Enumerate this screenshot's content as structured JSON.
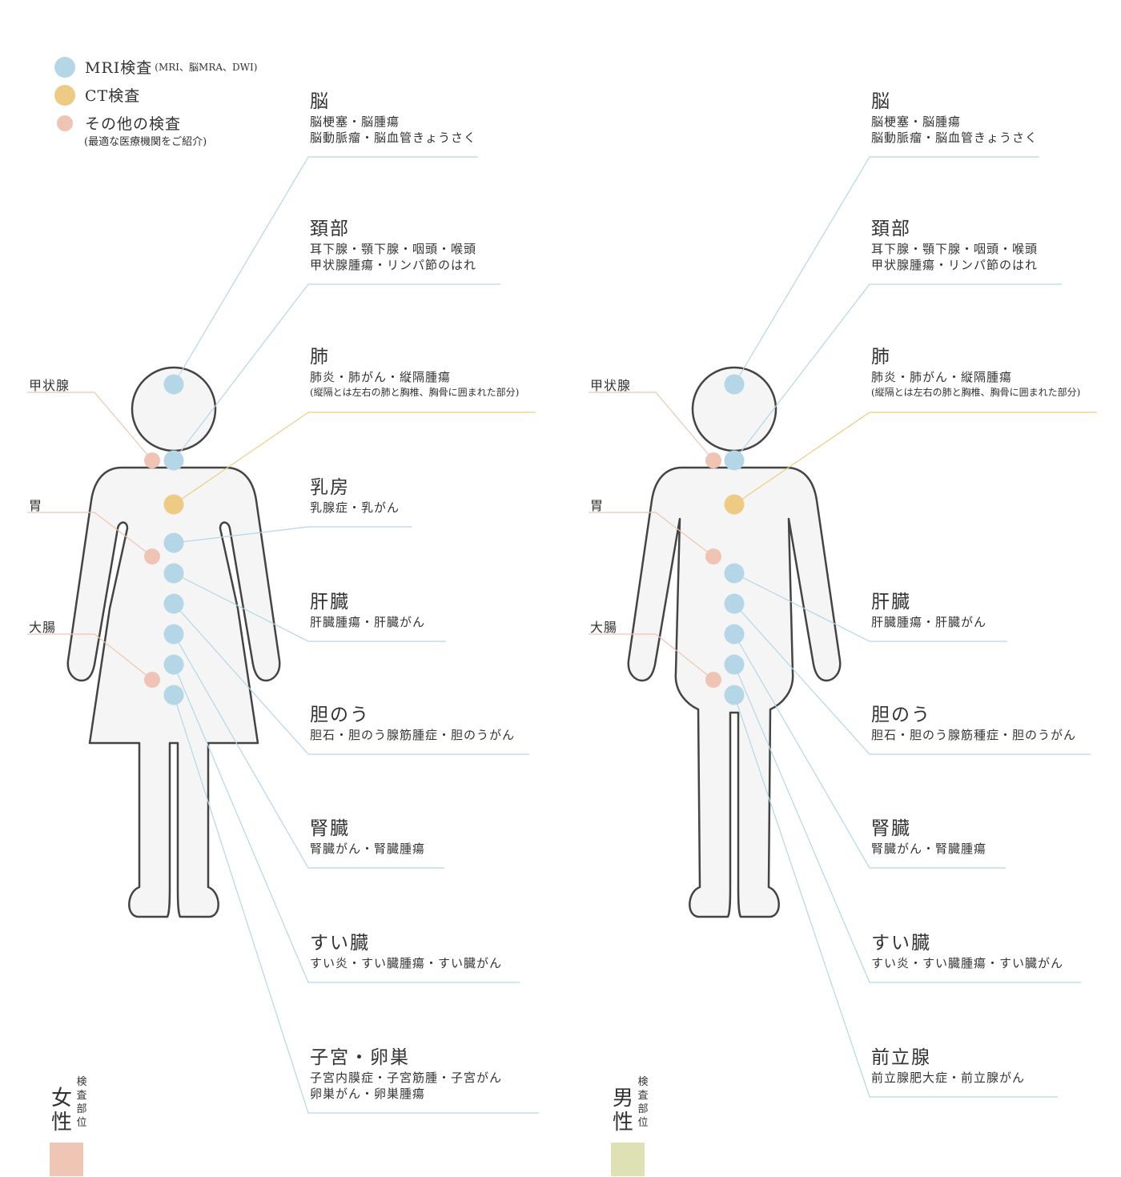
{
  "colors": {
    "mri": "#b5d6e6",
    "ct": "#edcb85",
    "other": "#efc4b4",
    "body_fill": "#f5f5f5",
    "body_stroke": "#444444",
    "female_swatch": "#efc6b6",
    "male_swatch": "#dde1b3"
  },
  "legend": {
    "mri_label": "MRI検査",
    "mri_sub": "(MRI、脳MRA、DWI)",
    "ct_label": "CT検査",
    "other_label": "その他の検査",
    "other_note": "(最適な医療機関をご紹介)"
  },
  "female": {
    "sex_label": "女性",
    "section_label": "検査部位",
    "side_labels": [
      "甲状腺",
      "胃",
      "大腸"
    ],
    "organs": [
      {
        "title": "脳",
        "lines": [
          "脳梗塞・脳腫瘍",
          "脳動脈瘤・脳血管きょうさく"
        ]
      },
      {
        "title": "頚部",
        "lines": [
          "耳下腺・顎下腺・咽頭・喉頭",
          "甲状腺腫瘍・リンパ節のはれ"
        ]
      },
      {
        "title": "肺",
        "lines": [
          "肺炎・肺がん・縦隔腫瘍"
        ],
        "note": "(縦隔とは左右の肺と胸椎、胸骨に囲まれた部分)"
      },
      {
        "title": "乳房",
        "lines": [
          "乳腺症・乳がん"
        ]
      },
      {
        "title": "肝臓",
        "lines": [
          "肝臓腫瘍・肝臓がん"
        ]
      },
      {
        "title": "胆のう",
        "lines": [
          "胆石・胆のう腺筋腫症・胆のうがん"
        ]
      },
      {
        "title": "腎臓",
        "lines": [
          "腎臓がん・腎臓腫瘍"
        ]
      },
      {
        "title": "すい臓",
        "lines": [
          "すい炎・すい臓腫瘍・すい臓がん"
        ]
      },
      {
        "title": "子宮・卵巣",
        "lines": [
          "子宮内膜症・子宮筋腫・子宮がん",
          "卵巣がん・卵巣腫瘍"
        ]
      }
    ]
  },
  "male": {
    "sex_label": "男性",
    "section_label": "検査部位",
    "side_labels": [
      "甲状腺",
      "胃",
      "大腸"
    ],
    "organs": [
      {
        "title": "脳",
        "lines": [
          "脳梗塞・脳腫瘍",
          "脳動脈瘤・脳血管きょうさく"
        ]
      },
      {
        "title": "頚部",
        "lines": [
          "耳下腺・顎下腺・咽頭・喉頭",
          "甲状腺腫瘍・リンパ節のはれ"
        ]
      },
      {
        "title": "肺",
        "lines": [
          "肺炎・肺がん・縦隔腫瘍"
        ],
        "note": "(縦隔とは左右の肺と胸椎、胸骨に囲まれた部分)"
      },
      {
        "title": "肝臓",
        "lines": [
          "肝臓腫瘍・肝臓がん"
        ]
      },
      {
        "title": "胆のう",
        "lines": [
          "胆石・胆のう腺筋種症・胆のうがん"
        ]
      },
      {
        "title": "腎臓",
        "lines": [
          "腎臓がん・腎臓腫瘍"
        ]
      },
      {
        "title": "すい臓",
        "lines": [
          "すい炎・すい臓腫瘍・すい臓がん"
        ]
      },
      {
        "title": "前立腺",
        "lines": [
          "前立腺肥大症・前立腺がん"
        ]
      }
    ]
  }
}
